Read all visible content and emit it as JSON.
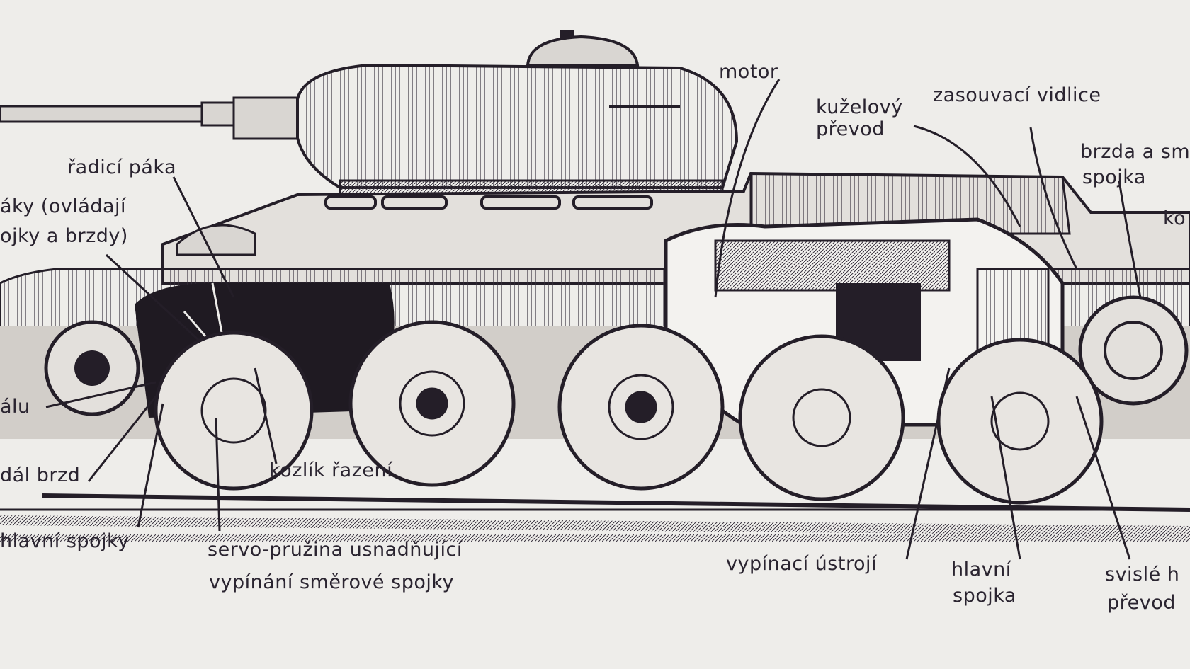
{
  "labels": {
    "motor": "motor",
    "kuzelovy_prevod_1": "kuželový",
    "kuzelovy_prevod_2": "převod",
    "zasouvaci_vidlice": "zasouvací vidlice",
    "brzda_1": "brzda a sm",
    "brzda_2": "spojka",
    "ko": "ko",
    "radici_paka": "řadicí páka",
    "paky_1": "áky (ovládají",
    "paky_2": "ojky a brzdy)",
    "alu": "álu",
    "dal_brzd": "dál brzd",
    "kozlik_razeni": "kozlík řazení",
    "hlavni_spojky": "hlavní spojky",
    "servo_1": "servo-pružina usnadňující",
    "servo_2": "vypínání směrové spojky",
    "vypinaci_ustroji": "vypínací ústrojí",
    "hlavni_spojka_1": "hlavní",
    "hlavni_spojka_2": "spojka",
    "svisle_1": "svislé h",
    "svisle_2": "převod"
  },
  "colors": {
    "paper": "#eeedea",
    "ink": "#2a2430"
  }
}
